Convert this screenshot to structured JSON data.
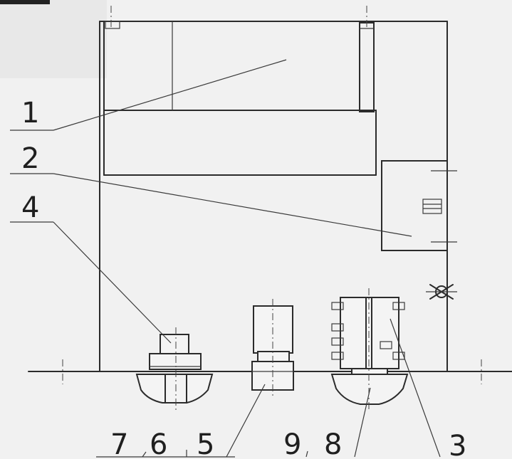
{
  "labels": {
    "l1": "1",
    "l2": "2",
    "l3": "3",
    "l4": "4",
    "l5": "5",
    "l6": "6",
    "l7": "7",
    "l8": "8",
    "l9": "9"
  },
  "colors": {
    "ink": "#2b2b2b",
    "paper": "#f1f1f1"
  }
}
